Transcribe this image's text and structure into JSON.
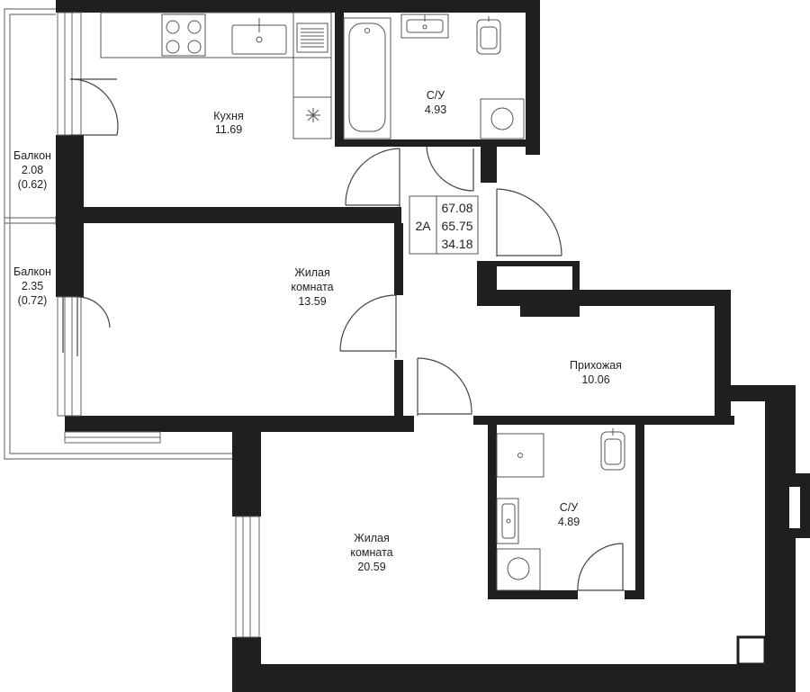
{
  "rooms": {
    "kitchen": {
      "name": "Кухня",
      "area": "11.69"
    },
    "bathroom_top": {
      "name": "С/У",
      "area": "4.93"
    },
    "balcony_1": {
      "name": "Балкон",
      "area": "2.08",
      "area_reduced": "(0.62)"
    },
    "balcony_2": {
      "name": "Балкон",
      "area": "2.35",
      "area_reduced": "(0.72)"
    },
    "living_1": {
      "name_line1": "Жилая",
      "name_line2": "комната",
      "area": "13.59"
    },
    "hallway": {
      "name": "Прихожая",
      "area": "10.06"
    },
    "bathroom_bottom": {
      "name": "С/У",
      "area": "4.89"
    },
    "living_2": {
      "name_line1": "Жилая",
      "name_line2": "комната",
      "area": "20.59"
    }
  },
  "summary": {
    "apartment_type": "2А",
    "total_area": "67.08",
    "area_without_balconies": "65.75",
    "living_area": "34.18"
  },
  "colors": {
    "wall": "#1f1f1f",
    "background": "#ffffff",
    "fixture_line": "#555555"
  }
}
